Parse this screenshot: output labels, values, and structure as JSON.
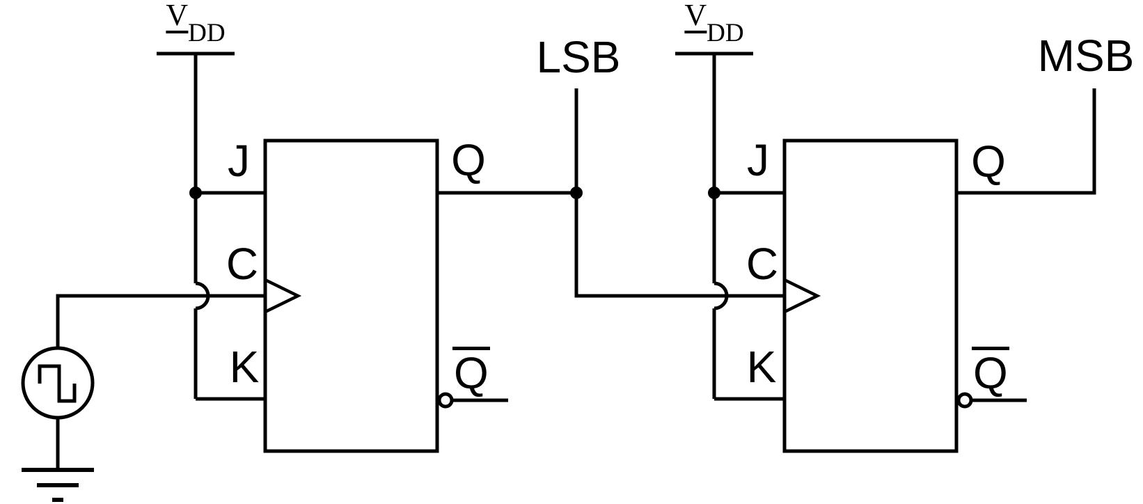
{
  "colors": {
    "ink": "#000000",
    "background": "#ffffff"
  },
  "power_label": {
    "main": "V",
    "subscript": "DD"
  },
  "outputs": {
    "lsb": "LSB",
    "msb": "MSB"
  },
  "flip_flop_1": {
    "j": "J",
    "clock": "C",
    "k": "K",
    "q": "Q",
    "q_bar": "Q"
  },
  "flip_flop_2": {
    "j": "J",
    "clock": "C",
    "k": "K",
    "q": "Q",
    "q_bar": "Q"
  }
}
